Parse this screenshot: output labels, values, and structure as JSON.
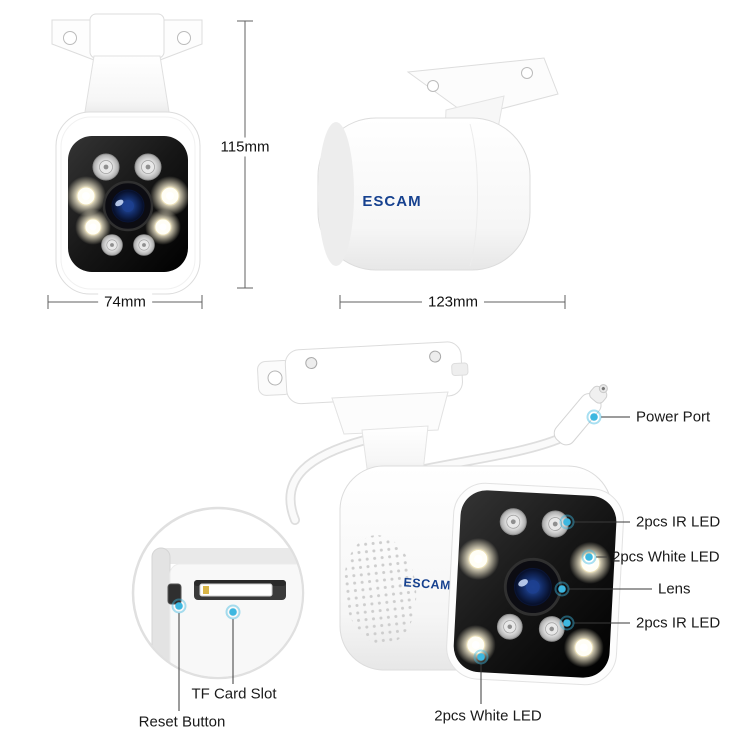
{
  "brand": {
    "name": "ESCAM"
  },
  "dimensions": {
    "height": "115mm",
    "width": "74mm",
    "depth": "123mm"
  },
  "callouts": {
    "power_port": "Power Port",
    "ir_led_top": "2pcs IR LED",
    "white_led_right": "2pcs White LED",
    "lens": "Lens",
    "ir_led_bottom": "2pcs IR LED",
    "white_led_bottom": "2pcs White LED",
    "tf_card_slot": "TF Card Slot",
    "reset_button": "Reset Button"
  },
  "colors": {
    "callout_dot": "#3db7e0",
    "callout_line": "#3a3a3a",
    "dimension_line": "#606060",
    "label_text": "#1a1a1a",
    "logo_blue": "#16418f"
  }
}
